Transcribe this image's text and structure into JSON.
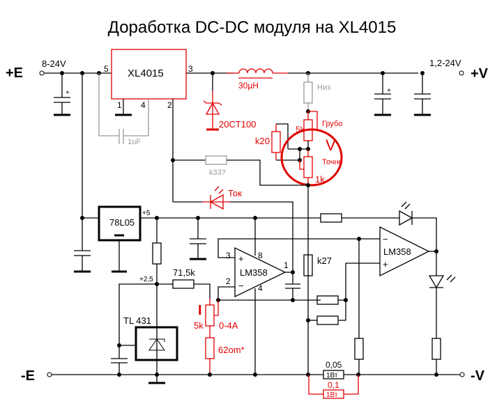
{
  "title": "Доработка DC-DC модуля на XL4015",
  "colors": {
    "wire": "#000000",
    "modification": "#e00000",
    "original_removed": "#9a9a9a"
  },
  "terminals": {
    "plus_e": "+E",
    "minus_e": "-E",
    "plus_v": "+V",
    "minus_v": "-V",
    "input_range": "8-24V",
    "output_range": "1,2-24V"
  },
  "components": {
    "xl4015": {
      "label": "XL4015",
      "pins": [
        "5",
        "3",
        "1",
        "4",
        "2"
      ]
    },
    "cap_1uf": "1uF",
    "inductor": "30µH",
    "diode": "20CT100",
    "r_low": "Низ",
    "r_k33": "k33?",
    "pot_coarse_value": "5k",
    "pot_coarse_label": "Грубо",
    "r_k20": "k20",
    "pot_fine_value": "1k",
    "pot_fine_label": "Точно",
    "voltage_mark": "V",
    "led_current": "Ток",
    "reg_78l05": "78L05",
    "rail_5": "+5",
    "rail_2_5": "+2,5",
    "r_71_5k": "71,5k",
    "opamp1": {
      "label": "LM358",
      "pins": [
        "3",
        "8",
        "2",
        "4",
        "1"
      ],
      "plus": "+",
      "minus": "−"
    },
    "opamp2": {
      "label": "LM358",
      "plus": "+",
      "minus": "−"
    },
    "r_k27": "k27",
    "current_mark": "I",
    "pot_current_value": "5k",
    "pot_current_range": "0-4A",
    "r_62om": "62om*",
    "tl431": "TL  431",
    "shunt_black_value": "0,05",
    "shunt_black_power": "1Вт",
    "shunt_red_value": "0,1",
    "shunt_red_power": "1Вт"
  }
}
